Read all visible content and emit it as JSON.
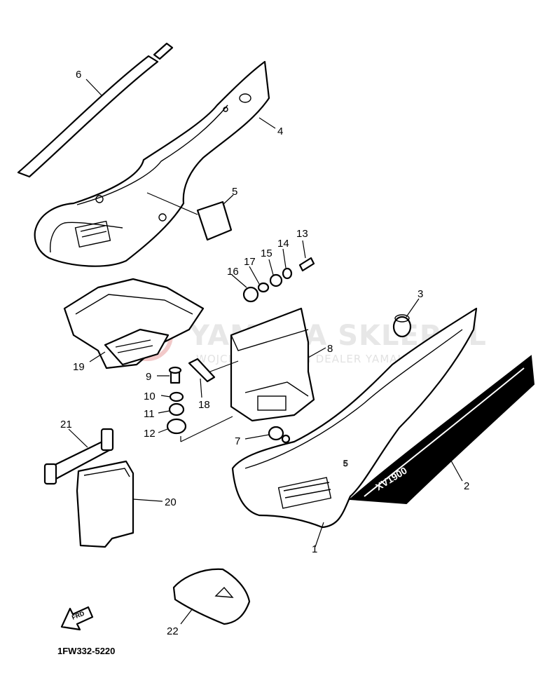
{
  "diagram": {
    "catalog_code": "1FW332-5220",
    "fwd_label": "FRD",
    "emblem_text": "XV1900",
    "watermark": {
      "main": "YAMAHA SKLEP.PL",
      "sub": "WOJCIECH NOWICKI DEALER YAMAHA"
    },
    "callouts": [
      {
        "id": "c1",
        "label": "1"
      },
      {
        "id": "c2",
        "label": "2"
      },
      {
        "id": "c3",
        "label": "3"
      },
      {
        "id": "c4",
        "label": "4"
      },
      {
        "id": "c5",
        "label": "5"
      },
      {
        "id": "c6",
        "label": "6"
      },
      {
        "id": "c7",
        "label": "7"
      },
      {
        "id": "c8",
        "label": "8"
      },
      {
        "id": "c9",
        "label": "9"
      },
      {
        "id": "c10",
        "label": "10"
      },
      {
        "id": "c11",
        "label": "11"
      },
      {
        "id": "c12",
        "label": "12"
      },
      {
        "id": "c13",
        "label": "13"
      },
      {
        "id": "c14",
        "label": "14"
      },
      {
        "id": "c15",
        "label": "15"
      },
      {
        "id": "c16",
        "label": "16"
      },
      {
        "id": "c17",
        "label": "17"
      },
      {
        "id": "c18",
        "label": "18"
      },
      {
        "id": "c19",
        "label": "19"
      },
      {
        "id": "c20",
        "label": "20"
      },
      {
        "id": "c21",
        "label": "21"
      },
      {
        "id": "c22",
        "label": "22"
      }
    ]
  }
}
